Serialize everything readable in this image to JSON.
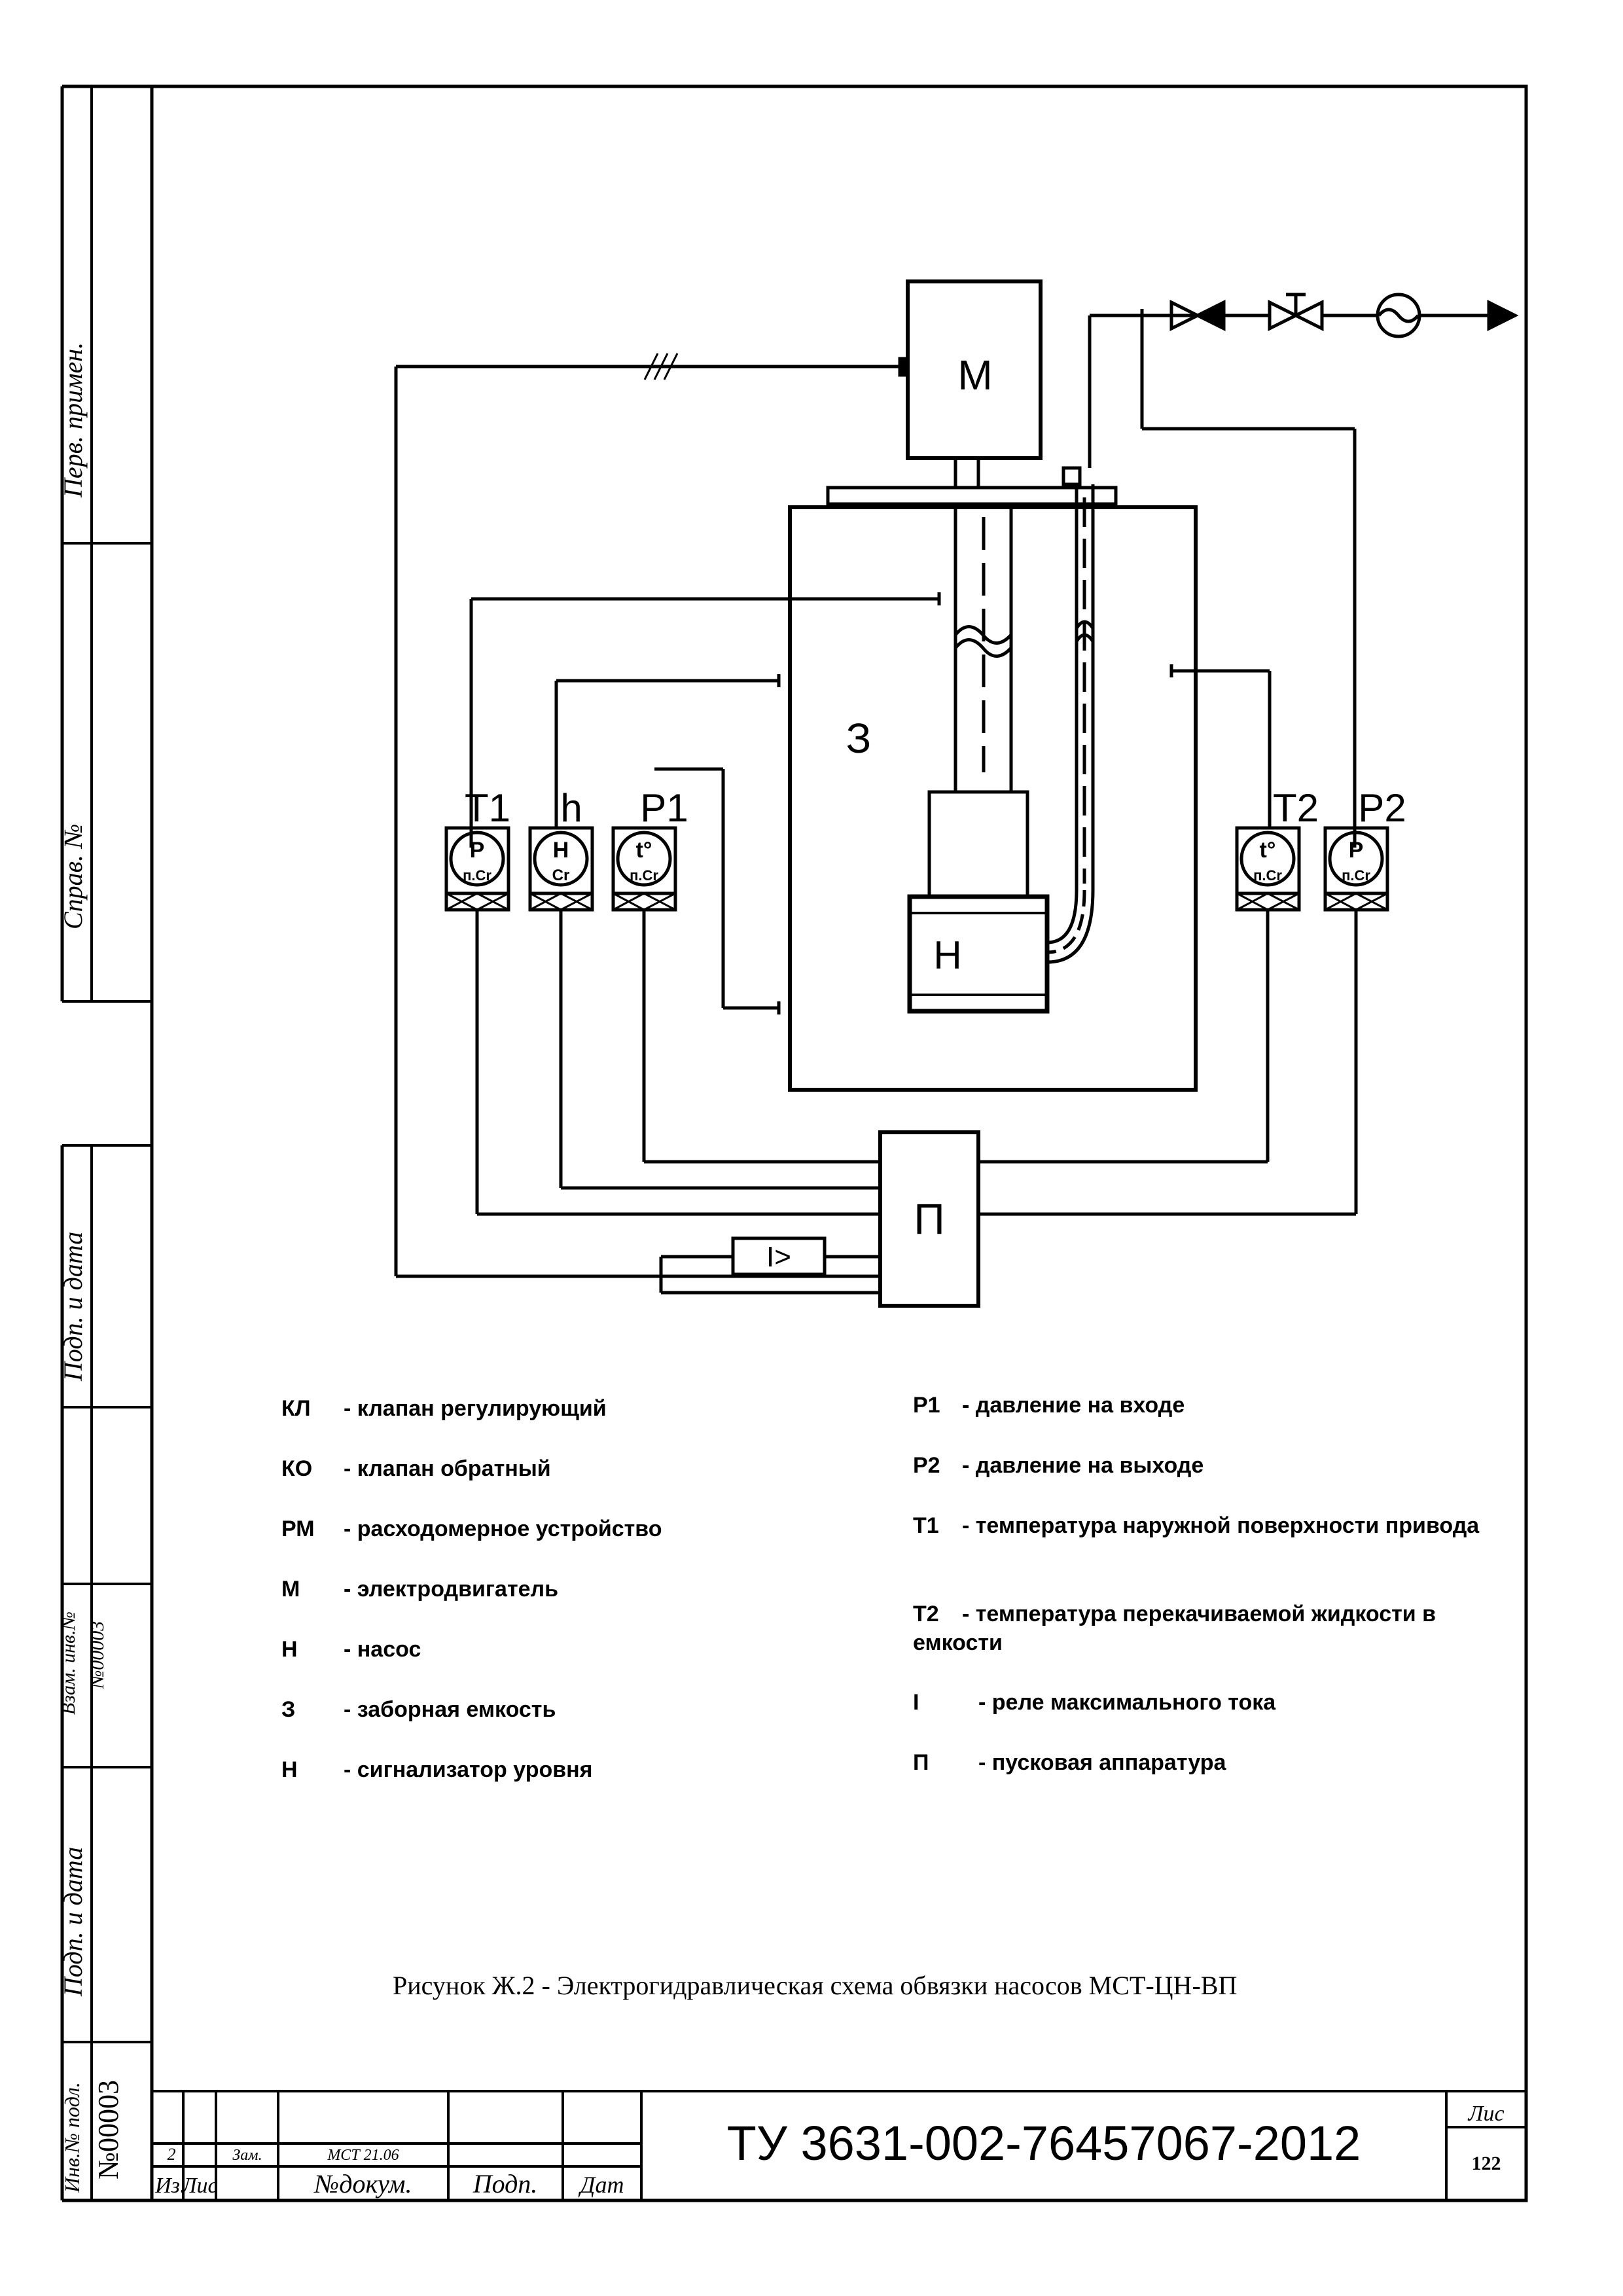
{
  "diagram": {
    "container_label": "З",
    "motor_label": "М",
    "pump_label": "Н",
    "control_label": "П",
    "relay_label": "I>",
    "sensors": [
      {
        "tag": "T1",
        "symbol": "P",
        "sub": "п.Сr"
      },
      {
        "tag": "h",
        "symbol": "H",
        "sub": "Cr"
      },
      {
        "tag": "P1",
        "symbol": "t°",
        "sub": "п.Сr"
      },
      {
        "tag": "T2",
        "symbol": "t°",
        "sub": "п.Сr"
      },
      {
        "tag": "P2",
        "symbol": "P",
        "sub": "п.Сr"
      }
    ]
  },
  "legend_left": [
    {
      "code": "КЛ",
      "text": "- клапан регулирующий"
    },
    {
      "code": "КО",
      "text": "- клапан обратный"
    },
    {
      "code": "РМ",
      "text": "- расходомерное устройство"
    },
    {
      "code": "М",
      "text": "- электродвигатель"
    },
    {
      "code": "Н",
      "text": "- насос"
    },
    {
      "code": "З",
      "text": "- заборная емкость"
    },
    {
      "code": "Н",
      "text": "- сигнализатор уровня"
    }
  ],
  "legend_right": [
    {
      "code": "P1",
      "text": "- давление на входе"
    },
    {
      "code": "P2",
      "text": "- давление на выходе"
    },
    {
      "code": "T1",
      "text": "- температура наружной поверхности привода"
    },
    {
      "code": "T2",
      "text": "- температура перекачиваемой жидкости в емкости"
    },
    {
      "code": "I",
      "text": "- реле максимального тока"
    },
    {
      "code": "П",
      "text": "- пусковая аппаратура"
    }
  ],
  "caption": "Рисунок Ж.2 - Электрогидравлическая схема обвязки насосов МСТ-ЦН-ВП",
  "side_labels": {
    "perv_primen": "Перв. примен.",
    "sprav_no": "Справ. №",
    "podp_data_1": "Подп. и дата",
    "vzam_inv": "Взам. инв.№",
    "vzam_inv_value": "№00003",
    "podp_data_2": "Подп. и дата",
    "inv_podl": "Инв.№ подл.",
    "inv_podl_value": "№00003"
  },
  "title_block": {
    "change_no": "2",
    "change_type": "Зам.",
    "doc_no": "МСТ 21.06",
    "col_iz": "Из",
    "col_lis": "Лис",
    "col_doc": "№докум.",
    "col_podp": "Подп.",
    "col_dat": "Дат",
    "designation": "ТУ 3631-002-76457067-2012",
    "sheet_label": "Лис",
    "sheet_no": "122"
  }
}
